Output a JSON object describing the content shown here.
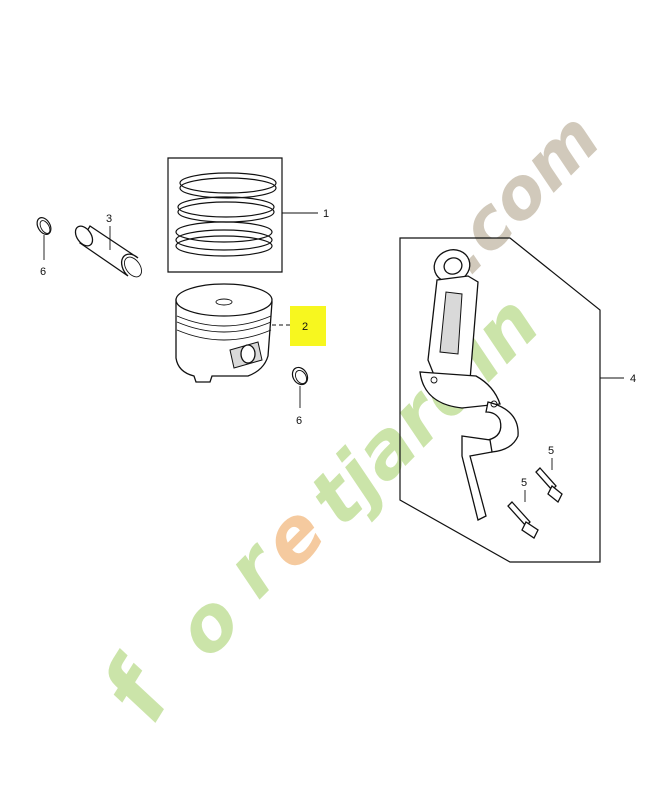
{
  "watermark": {
    "text": "foretjardin.com",
    "colors": {
      "f": "#c9e3a5",
      "o": "#c9e3a5",
      "r": "#c9e3a5",
      "e": "#f5c89a",
      "t": "#c9e3a5",
      "rest": "#c9e3a5",
      "com": "#cfc7b8"
    }
  },
  "highlight_color": "#f7f71f",
  "callouts": [
    {
      "id": "piston-ring-set",
      "number": "1"
    },
    {
      "id": "piston",
      "number": "2",
      "highlighted": true
    },
    {
      "id": "piston-pin",
      "number": "3"
    },
    {
      "id": "connecting-rod-set",
      "number": "4"
    },
    {
      "id": "rod-bolt-a",
      "number": "5"
    },
    {
      "id": "rod-bolt-b",
      "number": "5"
    },
    {
      "id": "clip-left",
      "number": "6"
    },
    {
      "id": "clip-right",
      "number": "6"
    }
  ]
}
